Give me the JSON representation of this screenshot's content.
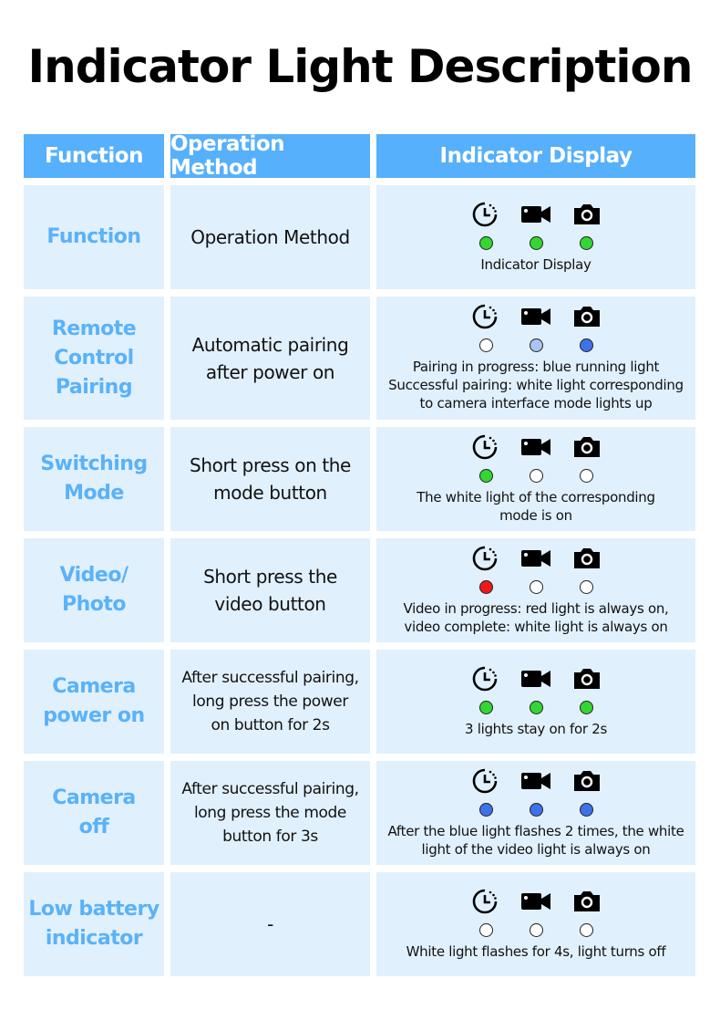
{
  "title": "Indicator Light Description",
  "headers": [
    "Function",
    "Operation Method",
    "Indicator Display"
  ],
  "icons": [
    "timer-icon",
    "video-camera-icon",
    "photo-camera-icon"
  ],
  "light_colors": {
    "green": "#33d633",
    "white": "#ffffff",
    "lightblue": "#aac4f5",
    "blue": "#3d72ea",
    "red": "#ee1a1a"
  },
  "rows": [
    {
      "function": "Function",
      "operation": "Operation Method",
      "lights": [
        "green",
        "green",
        "green"
      ],
      "display": "Indicator Display"
    },
    {
      "function": "Remote\nControl\nPairing",
      "operation": "Automatic pairing\nafter power on",
      "lights": [
        "white",
        "lightblue",
        "blue"
      ],
      "display": "Pairing in progress: blue running light\nSuccessful pairing: white light corresponding\nto camera interface mode lights up"
    },
    {
      "function": "Switching\nMode",
      "operation": "Short press on the\nmode button",
      "lights": [
        "green",
        "white",
        "white"
      ],
      "display": "The white light of the corresponding\nmode is on"
    },
    {
      "function": "Video/\nPhoto",
      "operation": "Short press the\nvideo button",
      "lights": [
        "red",
        "white",
        "white"
      ],
      "display": "Video in progress: red light is always on,\nvideo complete: white light is always on"
    },
    {
      "function": "Camera\npower on",
      "operation": "After successful pairing,\nlong press the power\non button for 2s",
      "lights": [
        "green",
        "green",
        "green"
      ],
      "display": "3 lights stay on for 2s"
    },
    {
      "function": "Camera\noff",
      "operation": "After successful pairing,\nlong press the mode\nbutton for 3s",
      "lights": [
        "blue",
        "blue",
        "blue"
      ],
      "display": "After the blue light flashes 2 times, the white\nlight of the video light is always on"
    },
    {
      "function": "Low battery\nindicator",
      "operation": "-",
      "lights": [
        "white",
        "white",
        "white"
      ],
      "display": "White light flashes for 4s, light turns off"
    }
  ]
}
